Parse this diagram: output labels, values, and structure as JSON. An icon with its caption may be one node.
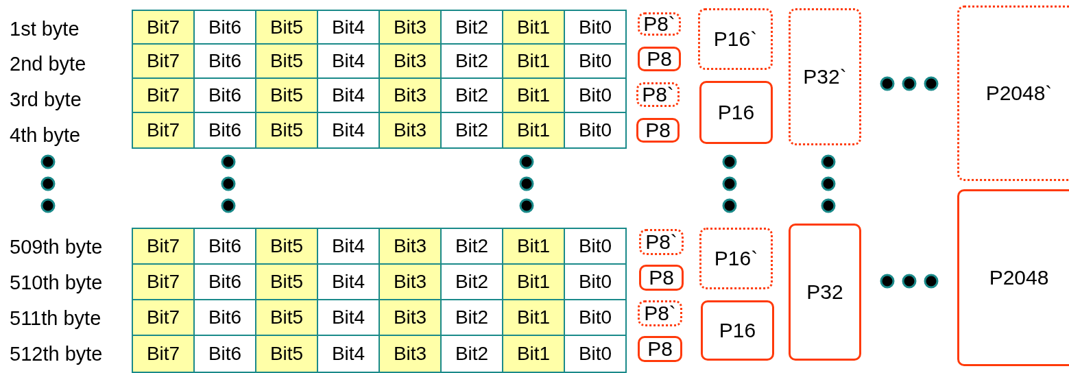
{
  "diagram": {
    "nodes": [
      {
        "text": [
          "P8`"
        ]
      },
      {
        "text": [
          "P8"
        ]
      },
      {
        "text": [
          "P8`"
        ]
      },
      {
        "text": [
          "P8"
        ]
      },
      {
        "text": [
          "P16`"
        ]
      },
      {
        "text": [
          "P16"
        ]
      },
      {
        "text": [
          "P32`"
        ]
      },
      {
        "text": [
          "P2048`"
        ]
      },
      {
        "text": [
          "P8`"
        ]
      },
      {
        "text": [
          "P8"
        ]
      },
      {
        "text": [
          "P8`"
        ]
      },
      {
        "text": [
          "P8"
        ]
      },
      {
        "text": [
          "P16`"
        ]
      },
      {
        "text": [
          "P16"
        ]
      },
      {
        "text": [
          "P32"
        ]
      },
      {
        "text": [
          "P2048"
        ]
      }
    ],
    "labels": [
      "1st byte",
      "Bit7",
      "Bit6",
      "Bit5",
      "Bit4",
      "Bit3",
      "Bit2",
      "Bit1",
      "Bit0",
      "2nd byte",
      "Bit7",
      "Bit6",
      "Bit5",
      "Bit4",
      "Bit3",
      "Bit2",
      "Bit1",
      "Bit0",
      "3rd byte",
      "Bit7",
      "Bit6",
      "Bit5",
      "Bit4",
      "Bit3",
      "Bit2",
      "Bit1",
      "Bit0",
      "4th byte",
      "Bit7",
      "Bit6",
      "Bit5",
      "Bit4",
      "Bit3",
      "Bit2",
      "Bit1",
      "Bit0",
      "509th byte",
      "Bit7",
      "Bit6",
      "Bit5",
      "Bit4",
      "Bit3",
      "Bit2",
      "Bit1",
      "Bit0",
      "510th byte",
      "Bit7",
      "Bit6",
      "Bit5",
      "Bit4",
      "Bit3",
      "Bit2",
      "Bit1",
      "Bit0",
      "511th byte",
      "Bit7",
      "Bit6",
      "Bit5",
      "Bit4",
      "Bit3",
      "Bit2",
      "Bit1",
      "Bit0",
      "512th byte",
      "Bit7",
      "Bit6",
      "Bit5",
      "Bit4",
      "Bit3",
      "Bit2",
      "Bit1",
      "Bit0"
    ]
  }
}
